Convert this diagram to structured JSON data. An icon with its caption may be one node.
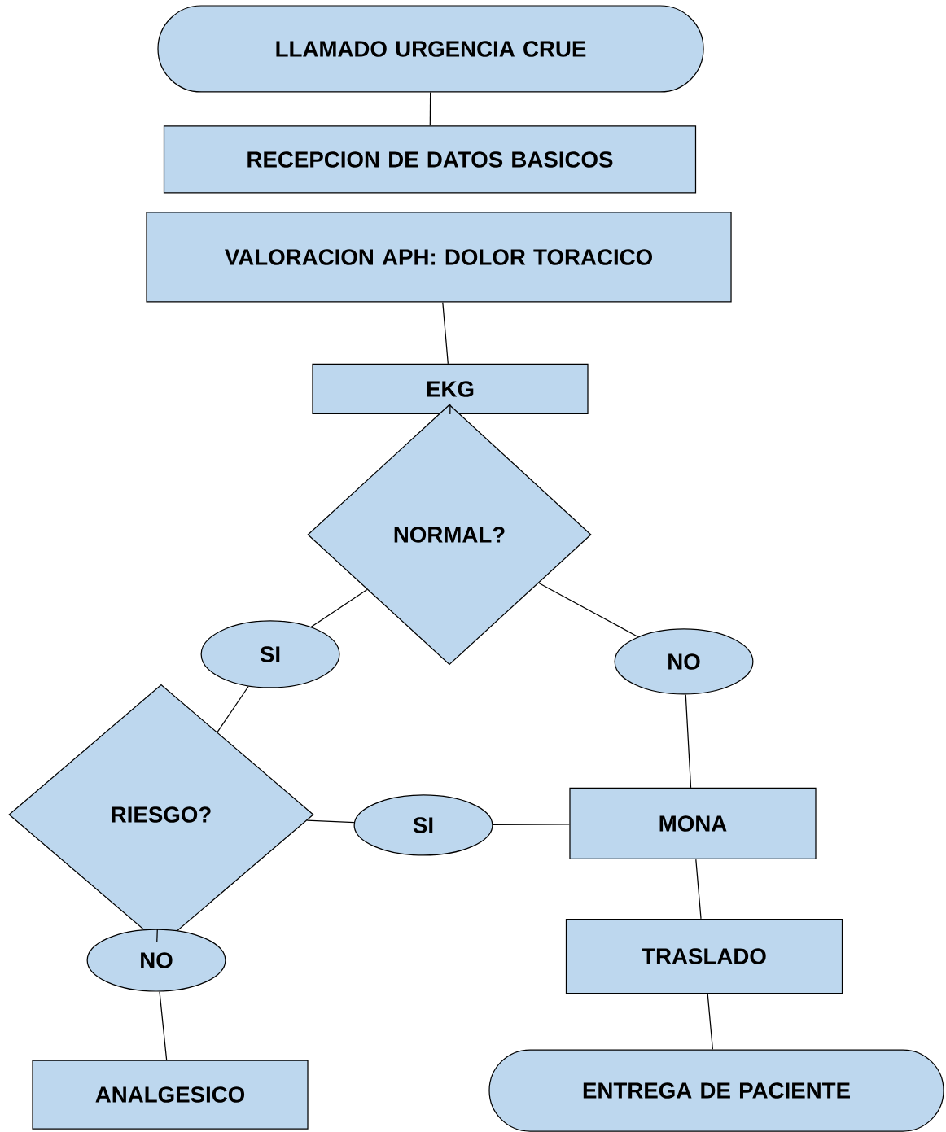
{
  "diagram": {
    "nodes": [
      {
        "text": [
          "LLAMADO URGENCIA CRUE"
        ]
      },
      {
        "text": [
          "RECEPCION DE DATOS BASICOS"
        ]
      },
      {
        "text": [
          "VALORACION APH: DOLOR TORACICO"
        ]
      },
      {
        "text": [
          "EKG"
        ]
      },
      {
        "text": [
          "NORMAL?"
        ]
      },
      {
        "text": [
          "SI"
        ]
      },
      {
        "text": [
          "NO"
        ]
      },
      {
        "text": [
          "RIESGO?"
        ]
      },
      {
        "text": [
          "SI"
        ]
      },
      {
        "text": [
          "MONA"
        ]
      },
      {
        "text": [
          "NO"
        ]
      },
      {
        "text": [
          "TRASLADO"
        ]
      },
      {
        "text": [
          "ANALGESICO"
        ]
      },
      {
        "text": [
          "ENTREGA DE PACIENTE"
        ]
      }
    ],
    "edges": [
      {
        "from": 0,
        "to": 1,
        "arrow": "none"
      },
      {
        "from": 2,
        "to": 3,
        "arrow": "none"
      },
      {
        "from": 3,
        "to": 4,
        "arrow": "none"
      },
      {
        "from": 4,
        "to": 5,
        "arrow": "none"
      },
      {
        "from": 4,
        "to": 6,
        "arrow": "none"
      },
      {
        "from": 5,
        "to": 7,
        "arrow": "none"
      },
      {
        "from": 6,
        "to": 9,
        "arrow": "none"
      },
      {
        "from": 7,
        "to": 8,
        "arrow": "none"
      },
      {
        "from": 8,
        "to": 9,
        "arrow": "none"
      },
      {
        "from": 7,
        "to": 10,
        "arrow": "none"
      },
      {
        "from": 10,
        "to": 12,
        "arrow": "none"
      },
      {
        "from": 9,
        "to": 11,
        "arrow": "none"
      },
      {
        "from": 11,
        "to": 13,
        "arrow": "none"
      }
    ]
  }
}
